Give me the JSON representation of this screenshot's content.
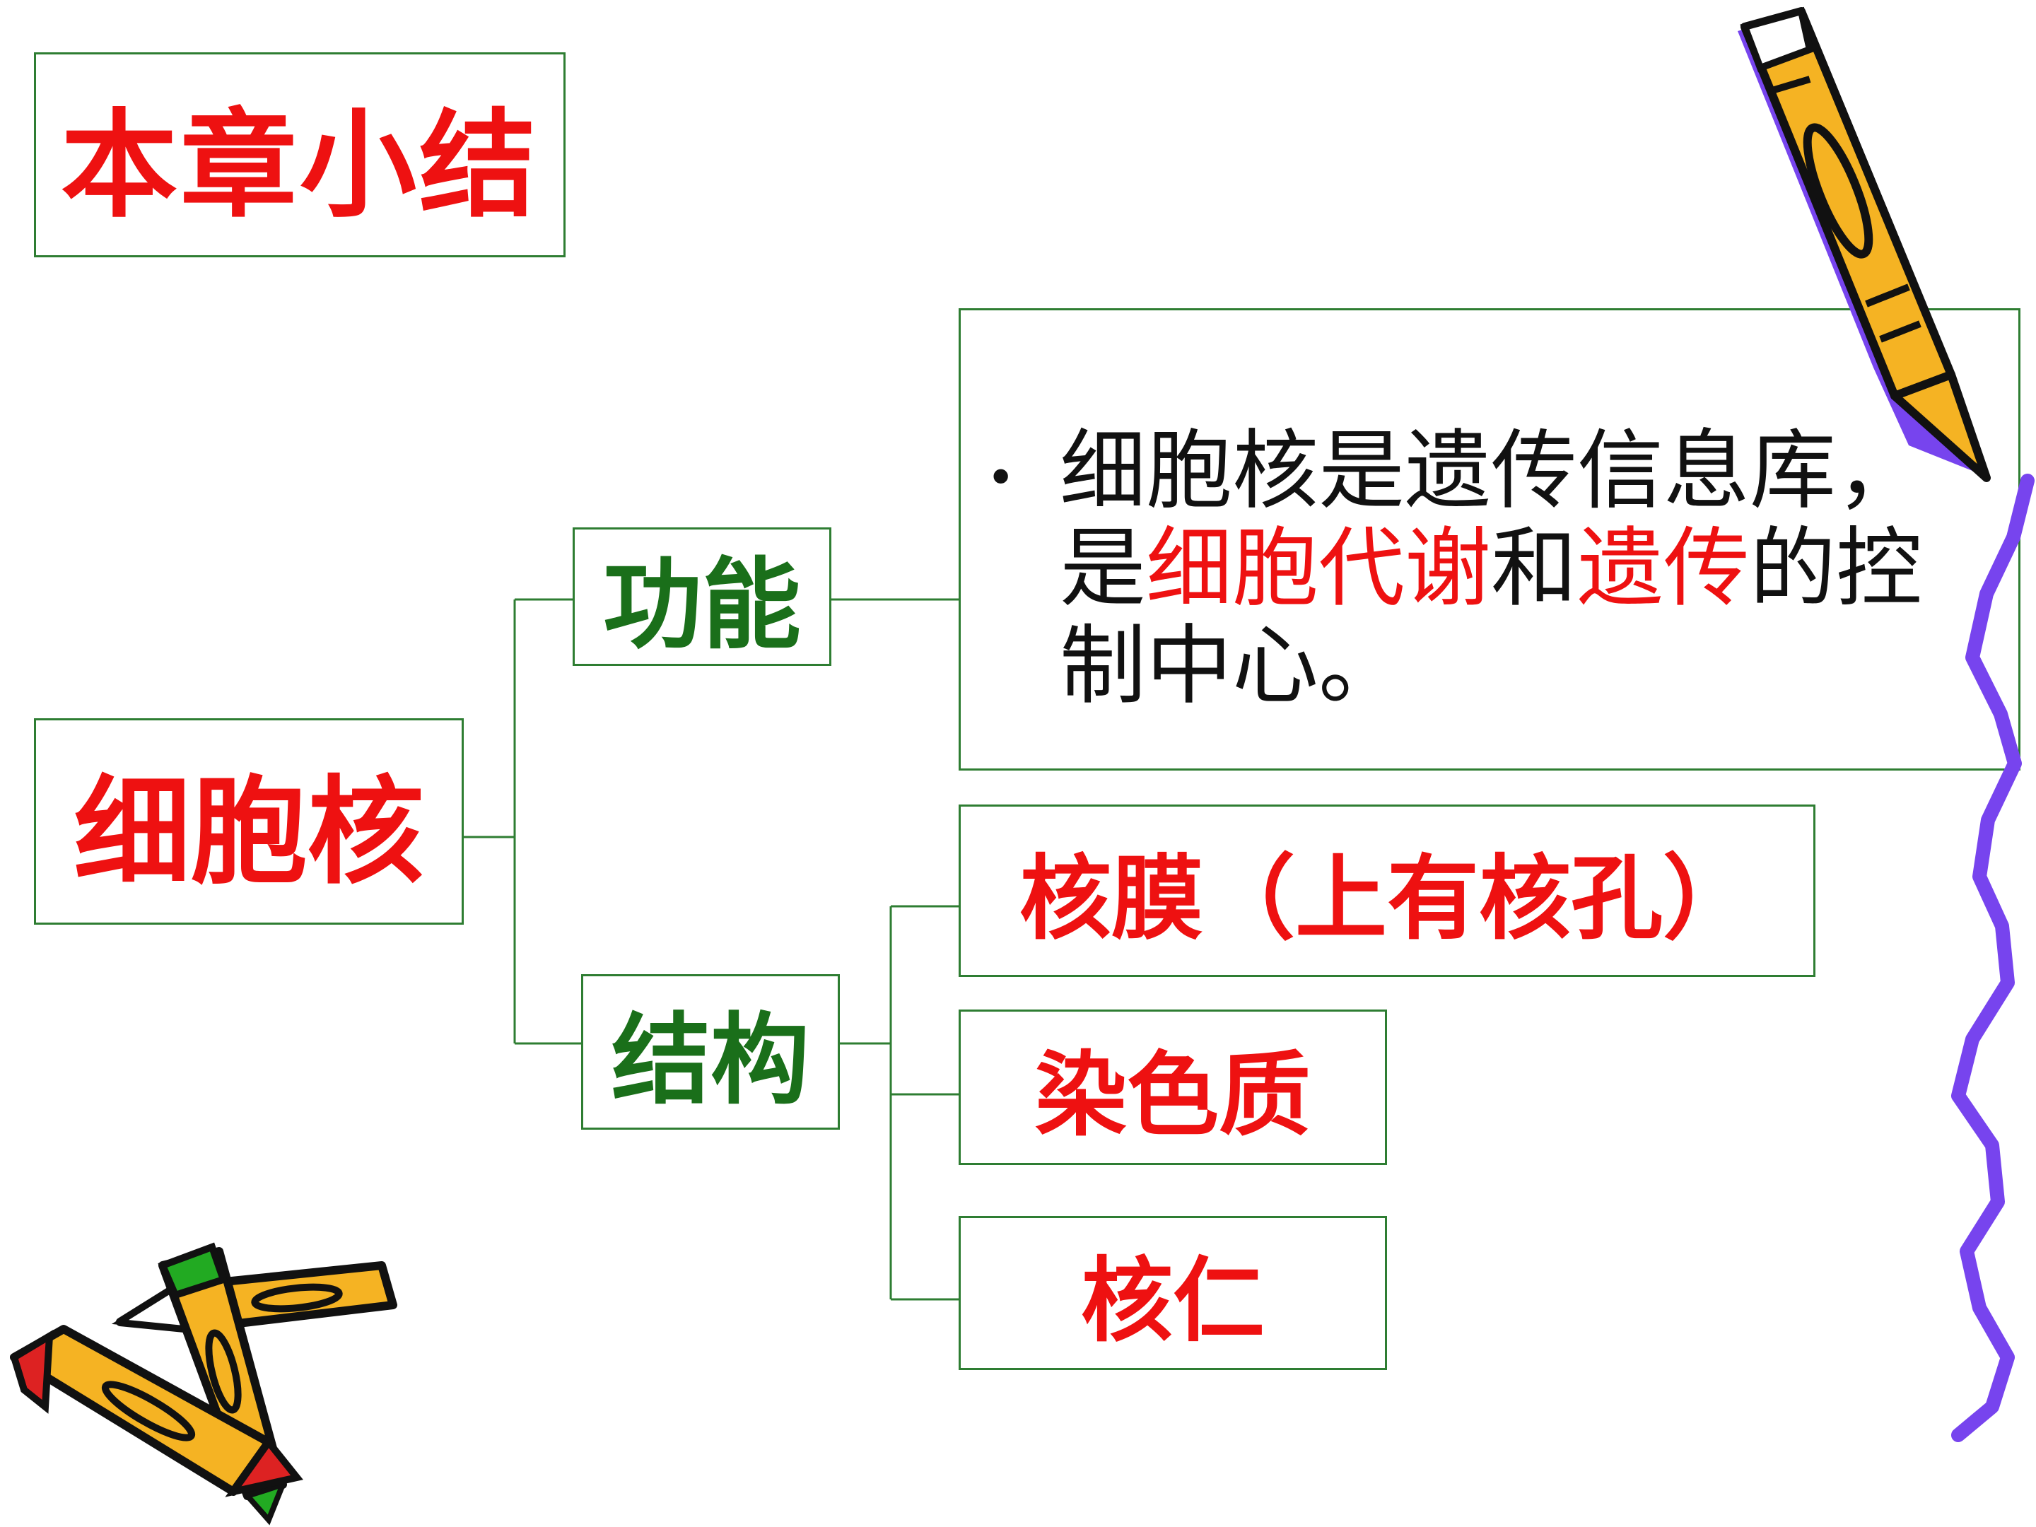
{
  "title": "本章小结",
  "root": "细胞核",
  "branches": {
    "function": {
      "label": "功能",
      "description": {
        "bullet": "•",
        "segments": [
          {
            "text": "细胞核是遗传信息库，是",
            "color": "#111111"
          },
          {
            "text": "细胞代谢",
            "color": "#ee1111"
          },
          {
            "text": "和",
            "color": "#111111"
          },
          {
            "text": "遗传",
            "color": "#ee1111"
          },
          {
            "text": "的控制中心。",
            "color": "#111111"
          }
        ]
      }
    },
    "structure": {
      "label": "结构",
      "items": [
        "核膜（上有核孔）",
        "染色质",
        "核仁"
      ]
    }
  },
  "colors": {
    "heading_red": "#ee1111",
    "branch_green": "#1a6f1a",
    "border_green": "#2e7d32",
    "body_black": "#111111",
    "pencil_yellow": "#f5b323",
    "purple": "#7744ee"
  },
  "decorations": [
    "pencil-icon",
    "squiggle-line",
    "crossed-pencils-icon"
  ]
}
